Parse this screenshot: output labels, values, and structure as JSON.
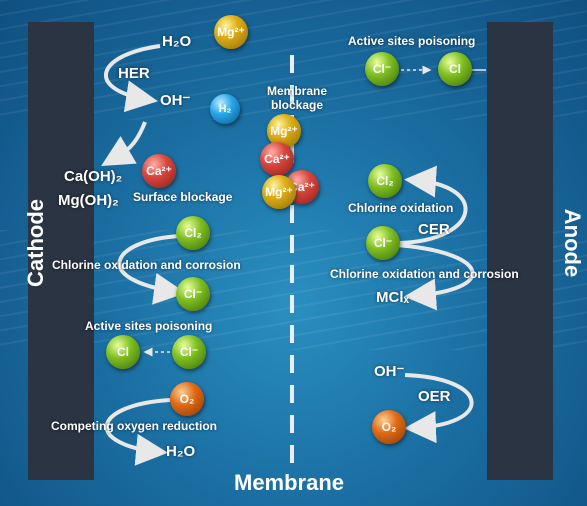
{
  "electrodes": {
    "cathode": "Cathode",
    "anode": "Anode",
    "membrane": "Membrane"
  },
  "cathode_side": {
    "h2o_top": "H₂O",
    "her": "HER",
    "oh": "OH⁻",
    "membrane_blockage": "Membrane blockage",
    "caoh2": "Ca(OH)₂",
    "mgoh2": "Mg(OH)₂",
    "surface_blockage": "Surface blockage",
    "chlorine_corrosion": "Chlorine oxidation and corrosion",
    "active_sites": "Active sites poisoning",
    "competing_orr": "Competing oxygen reduction",
    "h2o_bottom": "H₂O"
  },
  "anode_side": {
    "active_sites": "Active sites poisoning",
    "chlorine_oxidation": "Chlorine oxidation",
    "cer": "CER",
    "chlorine_corrosion": "Chlorine oxidation and corrosion",
    "mclx": "MClₓ",
    "oh": "OH⁻",
    "oer": "OER"
  },
  "ions": {
    "mg": "Mg²⁺",
    "ca": "Ca²⁺",
    "h2": "H₂",
    "cl2": "Cl₂",
    "cl_minus": "Cl⁻",
    "cl": "Cl",
    "o2": "O₂"
  }
}
